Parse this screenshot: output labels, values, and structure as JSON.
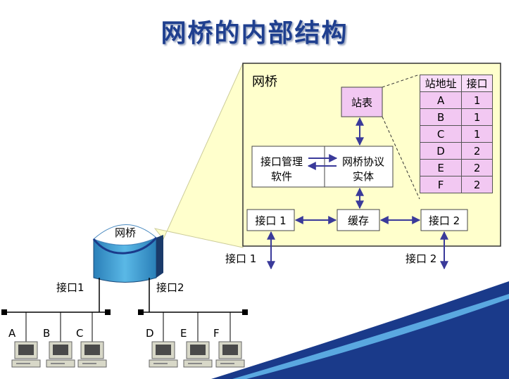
{
  "title": "网桥的内部结构",
  "bridge_box": {
    "label": "网桥",
    "station_table": "站表",
    "port_mgmt": [
      "接口管理",
      "软件"
    ],
    "protocol_entity": [
      "网桥协议",
      "实体"
    ],
    "port1": "接口 1",
    "buffer": "缓存",
    "port2": "接口 2",
    "ext_port1": "接口 1",
    "ext_port2": "接口 2"
  },
  "table": {
    "headers": [
      "站地址",
      "接口"
    ],
    "rows": [
      [
        "A",
        "1"
      ],
      [
        "B",
        "1"
      ],
      [
        "C",
        "1"
      ],
      [
        "D",
        "2"
      ],
      [
        "E",
        "2"
      ],
      [
        "F",
        "2"
      ]
    ]
  },
  "device": {
    "label": "网桥",
    "port1": "接口1",
    "port2": "接口2"
  },
  "lan1_stations": [
    "A",
    "B",
    "C"
  ],
  "lan2_stations": [
    "D",
    "E",
    "F"
  ],
  "colors": {
    "title": "#1f3f8f",
    "panel_fill": "#ffffcc",
    "callout_fill": "#ffffcc",
    "table_fill": "#f2c8f2",
    "arrow": "#3a3a9a",
    "bridge_body": "#4aa8d8",
    "accent_wave": "#1a3a8a"
  }
}
